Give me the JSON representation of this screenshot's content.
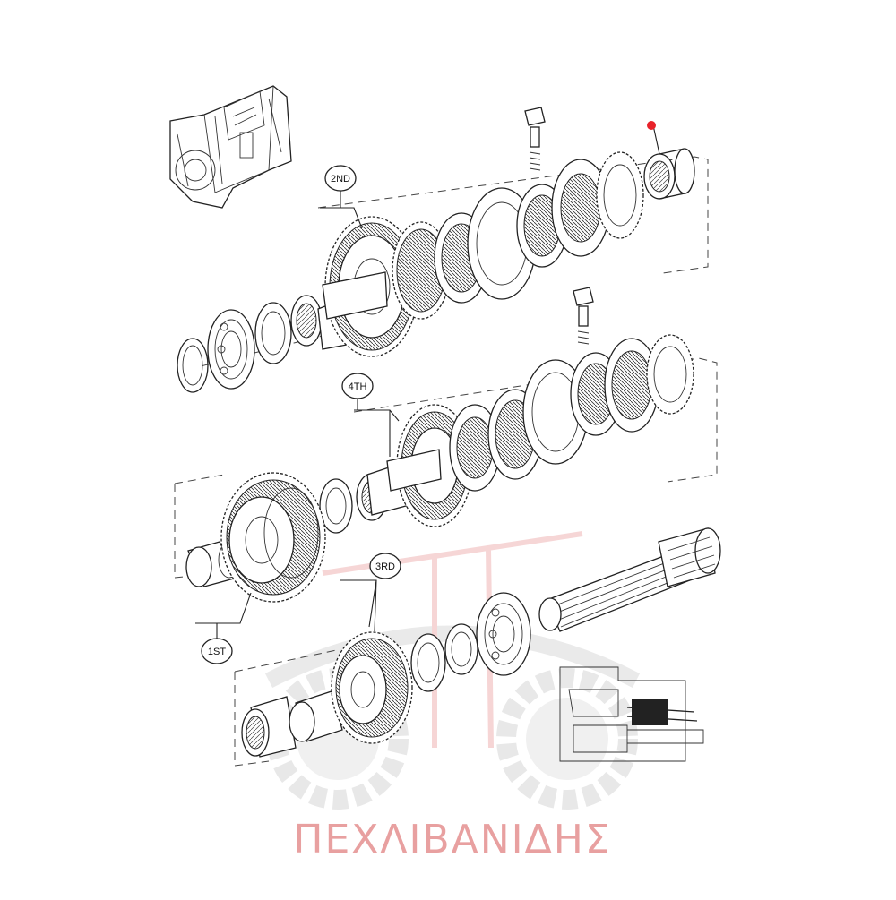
{
  "watermark": {
    "company_name": "ΠΕΧΛΙΒΑΝΙΔΗΣ",
    "color": "#e8a0a0",
    "logo_gray": "#dcdcdc"
  },
  "callouts": {
    "gear_2nd": "2ND",
    "gear_4th": "4TH",
    "gear_1st": "1ST",
    "gear_3rd": "3RD"
  },
  "highlight_color": "#e8222a",
  "icons": [
    "transmission-housing-thumbnail-icon",
    "shaft-location-inset-icon"
  ]
}
